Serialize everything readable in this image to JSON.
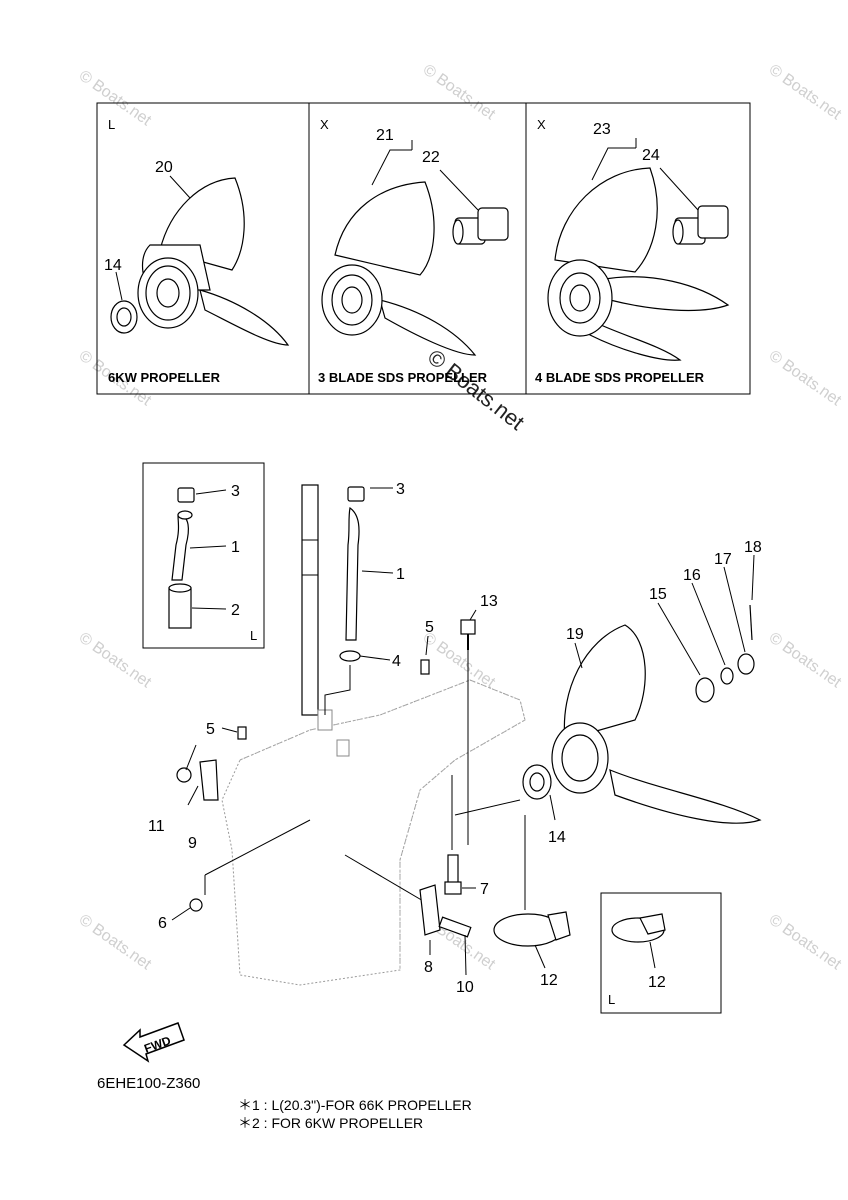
{
  "top_panels": [
    {
      "corner": "L",
      "caption": "6KW PROPELLER",
      "callouts": [
        "20",
        "14"
      ]
    },
    {
      "corner": "X",
      "caption": "3 BLADE SDS PROPELLER",
      "callouts": [
        "21",
        "22"
      ]
    },
    {
      "corner": "X",
      "caption": "4 BLADE SDS PROPELLER",
      "callouts": [
        "23",
        "24"
      ]
    }
  ],
  "inset_hose": {
    "corner": "L",
    "callouts": [
      "3",
      "1",
      "2"
    ]
  },
  "inset_anode": {
    "corner": "L",
    "callouts": [
      "12"
    ]
  },
  "main_callouts": {
    "p1": "1",
    "p3": "3",
    "p4": "4",
    "p5a": "5",
    "p5b": "5",
    "p6": "6",
    "p7": "7",
    "p8": "8",
    "p9": "9",
    "p10": "10",
    "p11": "11",
    "p12": "12",
    "p13": "13",
    "p14": "14",
    "p15": "15",
    "p16": "16",
    "p17": "17",
    "p18": "18",
    "p19": "19"
  },
  "fwd_label": "FWD",
  "diagram_code": "6EHE100-Z360",
  "notes": [
    "＊1 : L(20.3\")-FOR 66K PROPELLER",
    "＊2 : FOR 6KW PROPELLER"
  ],
  "watermark": "© Boats.net"
}
